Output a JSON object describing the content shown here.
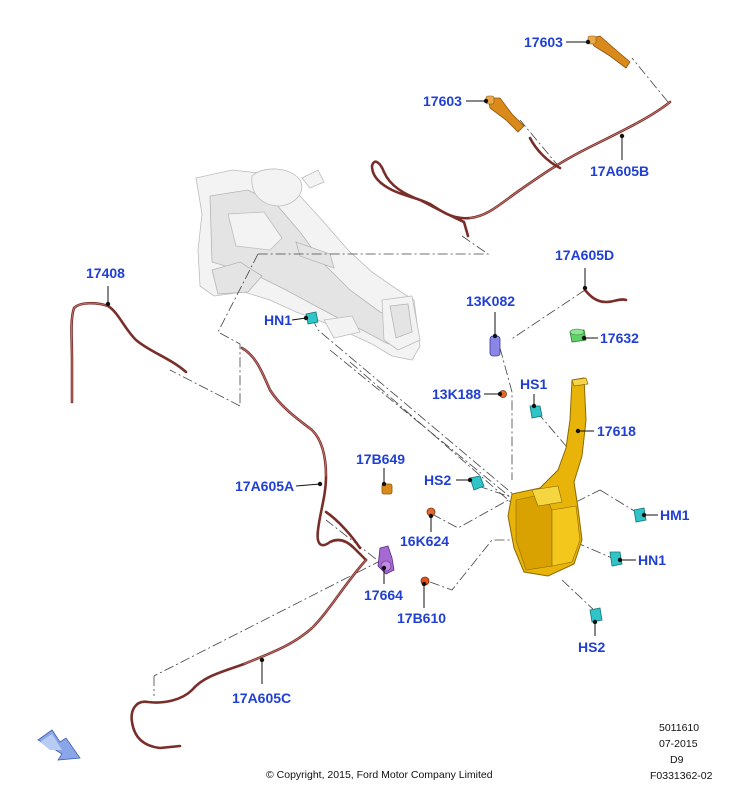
{
  "labels": {
    "p17603_top": "17603",
    "p17603_mid": "17603",
    "p17A605B": "17A605B",
    "p17408": "17408",
    "p17A605D": "17A605D",
    "pHN1_left": "HN1",
    "p13K082": "13K082",
    "p17632": "17632",
    "pHS1": "HS1",
    "p13K188": "13K188",
    "p17618": "17618",
    "p17B649": "17B649",
    "p17A605A": "17A605A",
    "pHS2_left": "HS2",
    "pHM1": "HM1",
    "p16K624": "16K624",
    "pHN1_right": "HN1",
    "p17664": "17664",
    "p17B610": "17B610",
    "pHS2_bottom": "HS2",
    "p17A605C": "17A605C"
  },
  "footer": {
    "copyright": "© Copyright, 2015, Ford Motor Company Limited",
    "ref_number": "5011610",
    "date": "07-2015",
    "code": "D9",
    "figure_id": "F0331362-02"
  },
  "colors": {
    "label_blue": "#1f3fd6",
    "hose": "#7a2e2a",
    "reservoir": "#e8b40a",
    "nozzle_orange": "#d98a1b",
    "clip_cyan": "#2fc4c8",
    "pump_purple": "#a46ad2",
    "arrow_blue": "#8aa6e8"
  },
  "icons": {
    "direction_arrow": "front-direction-arrow-icon"
  }
}
